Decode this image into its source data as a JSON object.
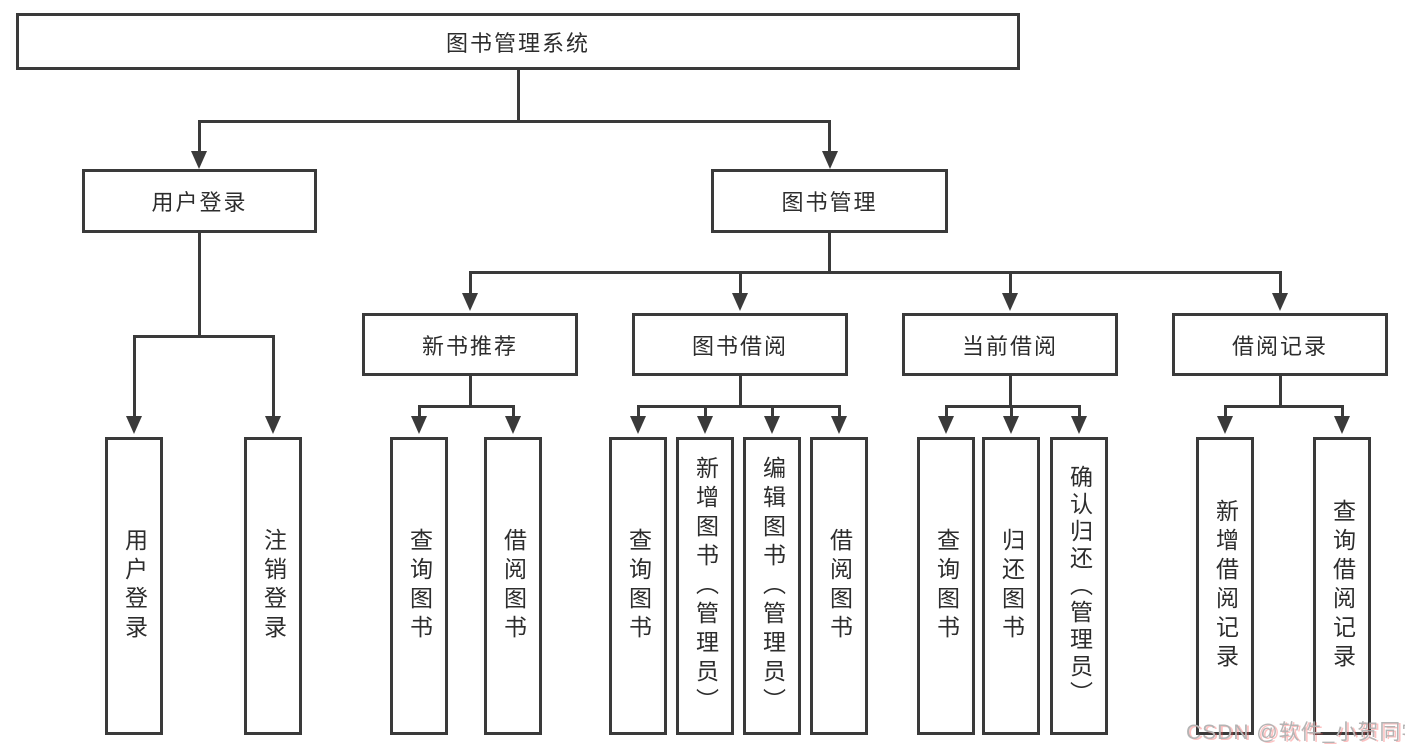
{
  "diagram": {
    "root": {
      "label": "图书管理系统"
    },
    "level2": {
      "user_login": {
        "label": "用户登录"
      },
      "book_mgmt": {
        "label": "图书管理"
      }
    },
    "level3": {
      "new_books": {
        "label": "新书推荐"
      },
      "borrow": {
        "label": "图书借阅"
      },
      "current": {
        "label": "当前借阅"
      },
      "records": {
        "label": "借阅记录"
      }
    },
    "leaves": {
      "user_login": [
        "用户登录",
        "注销登录"
      ],
      "new_books": [
        "查询图书",
        "借阅图书"
      ],
      "borrow": [
        "查询图书",
        "新增图书（管理员）",
        "编辑图书（管理员）",
        "借阅图书"
      ],
      "current": [
        "查询图书",
        "归还图书",
        "确认归还（管理员）"
      ],
      "records": [
        "新增借阅记录",
        "查询借阅记录"
      ]
    }
  },
  "watermark": {
    "text": "CSDN @软件_小贺同学"
  },
  "colors": {
    "line": "#3a3a3a",
    "text": "#2d2d2d",
    "background": "#ffffff",
    "watermark": "#b4b4b4",
    "watermark_accent": "#fa4d4d"
  }
}
